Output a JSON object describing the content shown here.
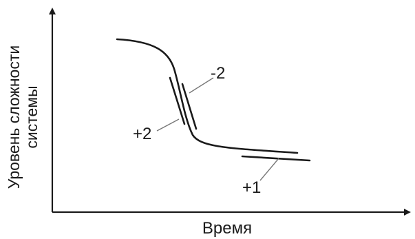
{
  "diagram": {
    "x_axis_label": "Время",
    "y_axis_label_line1": "Уровень сложности",
    "y_axis_label_line2": "системы",
    "annotations": {
      "minus2": "-2",
      "plus2": "+2",
      "plus1": "+1"
    },
    "colors": {
      "ink": "#1a1a1a",
      "background": "#ffffff"
    }
  }
}
